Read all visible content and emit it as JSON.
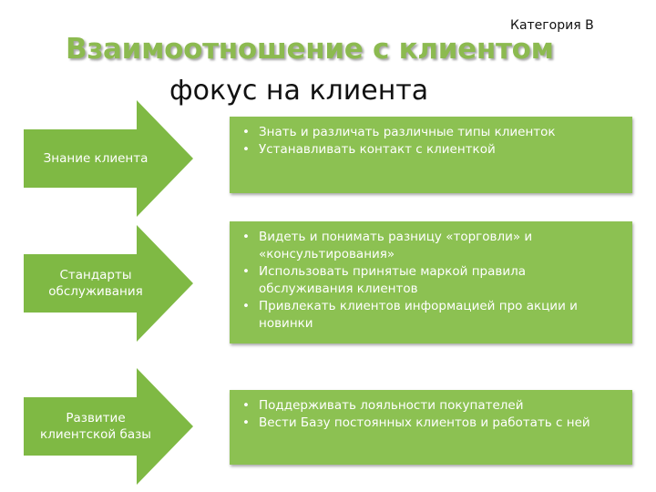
{
  "header": {
    "category": "Категория В",
    "title": "Взаимоотношение с клиентом",
    "subtitle": "фокус на клиента"
  },
  "colors": {
    "arrow_green": "#7fb944",
    "box_green": "#8cc152",
    "title_green": "#8cba50"
  },
  "rows": [
    {
      "label_lines": [
        "Знание клиента"
      ],
      "bullets": [
        "Знать и различать различные типы клиенток",
        "Устанавливать контакт с клиенткой"
      ]
    },
    {
      "label_lines": [
        "Стандарты",
        "обслуживания"
      ],
      "bullets": [
        "Видеть и понимать разницу «торговли» и «консультирования»",
        "Использовать принятые маркой правила обслуживания клиентов",
        "Привлекать клиентов информацией про акции и новинки"
      ]
    },
    {
      "label_lines": [
        "Развитие",
        "клиентской базы"
      ],
      "bullets": [
        "Поддерживать лояльности покупателей",
        "Вести Базу постоянных клиентов и работать с ней"
      ]
    }
  ]
}
